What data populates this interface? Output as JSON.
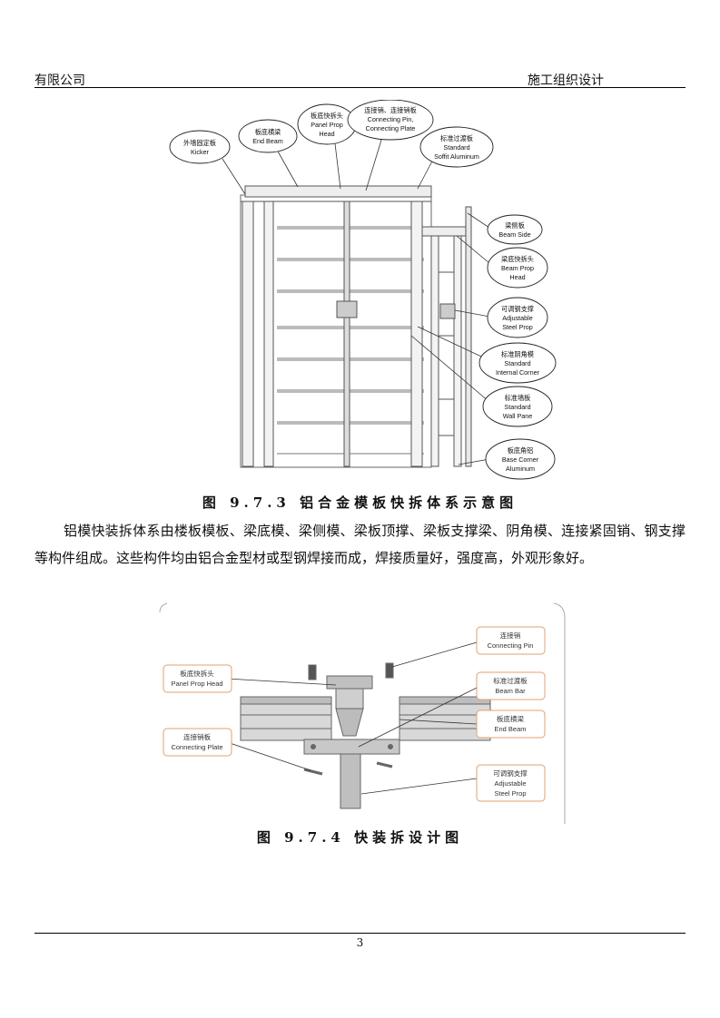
{
  "header": {
    "left": "有限公司",
    "right": "施工组织设计"
  },
  "fig1": {
    "labels": {
      "kicker": [
        "外墙固定板",
        "Kicker"
      ],
      "end_beam": [
        "板底横梁",
        "End Beam"
      ],
      "panel_prop_head": [
        "板底快拆头",
        "Panel Prop",
        "Head"
      ],
      "connecting_pin": [
        "连接销、连接销板",
        "Connecting Pin,",
        "Connecting Plate"
      ],
      "soffit_aluminum": [
        "标准过渡板",
        "Standard",
        "Soffit Aluminum"
      ],
      "beam_side": [
        "梁侧板",
        "Beam Side"
      ],
      "beam_prop_head": [
        "梁底快拆头",
        "Beam Prop",
        "Head"
      ],
      "steel_prop": [
        "可调钢支撑",
        "Adjustable",
        "Steel Prop"
      ],
      "internal_corner": [
        "标准阴角模",
        "Standard",
        "Internal Corner"
      ],
      "wall_pane": [
        "标准墙板",
        "Standard",
        "Wall Pane"
      ],
      "base_corner": [
        "板底角铝",
        "Base Corner",
        "Aluminum"
      ]
    }
  },
  "caption1": "图 9.7.3 铝合金模板快拆体系示意图",
  "paragraph": "铝模快装拆体系由楼板模板、梁底模、梁侧模、梁板顶撑、梁板支撑梁、阴角模、连接紧固销、钢支撑等构件组成。这些构件均由铝合金型材或型钢焊接而成，焊接质量好，强度高，外观形象好。",
  "fig2": {
    "labels": {
      "connecting_pin": [
        "连接销",
        "Connecting Pin"
      ],
      "panel_prop_head": [
        "板底快拆头",
        "Panel Prop Head"
      ],
      "beam_bar": [
        "标准过渡板",
        "Beam Bar"
      ],
      "end_beam": [
        "板底横梁",
        "End Beam"
      ],
      "connecting_plate": [
        "连接销板",
        "Connecting Plate"
      ],
      "steel_prop": [
        "可调钢支撑",
        "Adjustable",
        "Steel Prop"
      ]
    }
  },
  "caption2": "图 9.7.4 快装拆设计图",
  "page_number": "3"
}
